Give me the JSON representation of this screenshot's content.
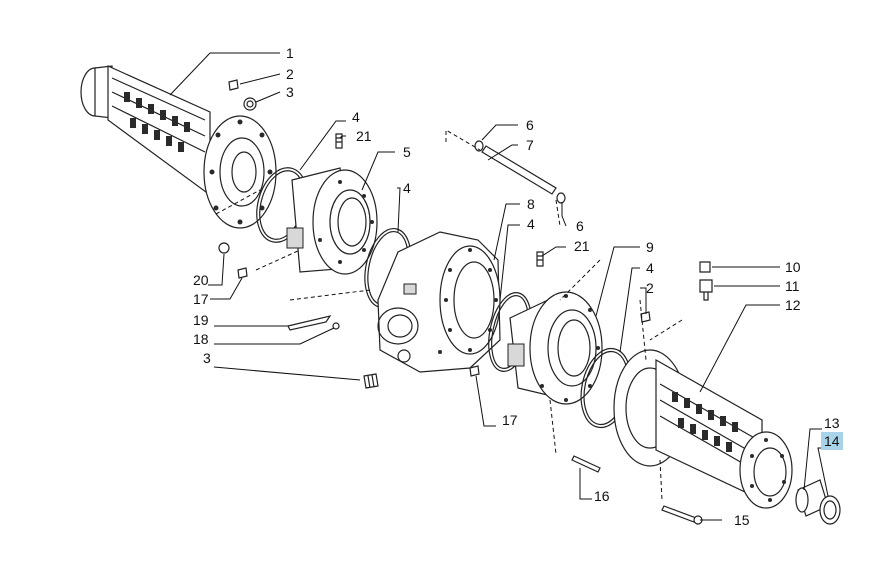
{
  "diagram": {
    "callouts": [
      {
        "id": "c1",
        "text": "1"
      },
      {
        "id": "c2a",
        "text": "2"
      },
      {
        "id": "c3a",
        "text": "3"
      },
      {
        "id": "c4a",
        "text": "4"
      },
      {
        "id": "c21a",
        "text": "21"
      },
      {
        "id": "c5",
        "text": "5"
      },
      {
        "id": "c4b",
        "text": "4"
      },
      {
        "id": "c6a",
        "text": "6"
      },
      {
        "id": "c7",
        "text": "7"
      },
      {
        "id": "c6b",
        "text": "6"
      },
      {
        "id": "c8",
        "text": "8"
      },
      {
        "id": "c4c",
        "text": "4"
      },
      {
        "id": "c21b",
        "text": "21"
      },
      {
        "id": "c9",
        "text": "9"
      },
      {
        "id": "c4d",
        "text": "4"
      },
      {
        "id": "c2b",
        "text": "2"
      },
      {
        "id": "c10",
        "text": "10"
      },
      {
        "id": "c11",
        "text": "11"
      },
      {
        "id": "c12",
        "text": "12"
      },
      {
        "id": "c20",
        "text": "20"
      },
      {
        "id": "c17a",
        "text": "17"
      },
      {
        "id": "c19",
        "text": "19"
      },
      {
        "id": "c18",
        "text": "18"
      },
      {
        "id": "c3b",
        "text": "3"
      },
      {
        "id": "c17b",
        "text": "17"
      },
      {
        "id": "c16",
        "text": "16"
      },
      {
        "id": "c13",
        "text": "13"
      },
      {
        "id": "c14",
        "text": "14",
        "highlighted": true
      },
      {
        "id": "c15",
        "text": "15"
      }
    ],
    "highlight_color": "#a9d3e8"
  }
}
